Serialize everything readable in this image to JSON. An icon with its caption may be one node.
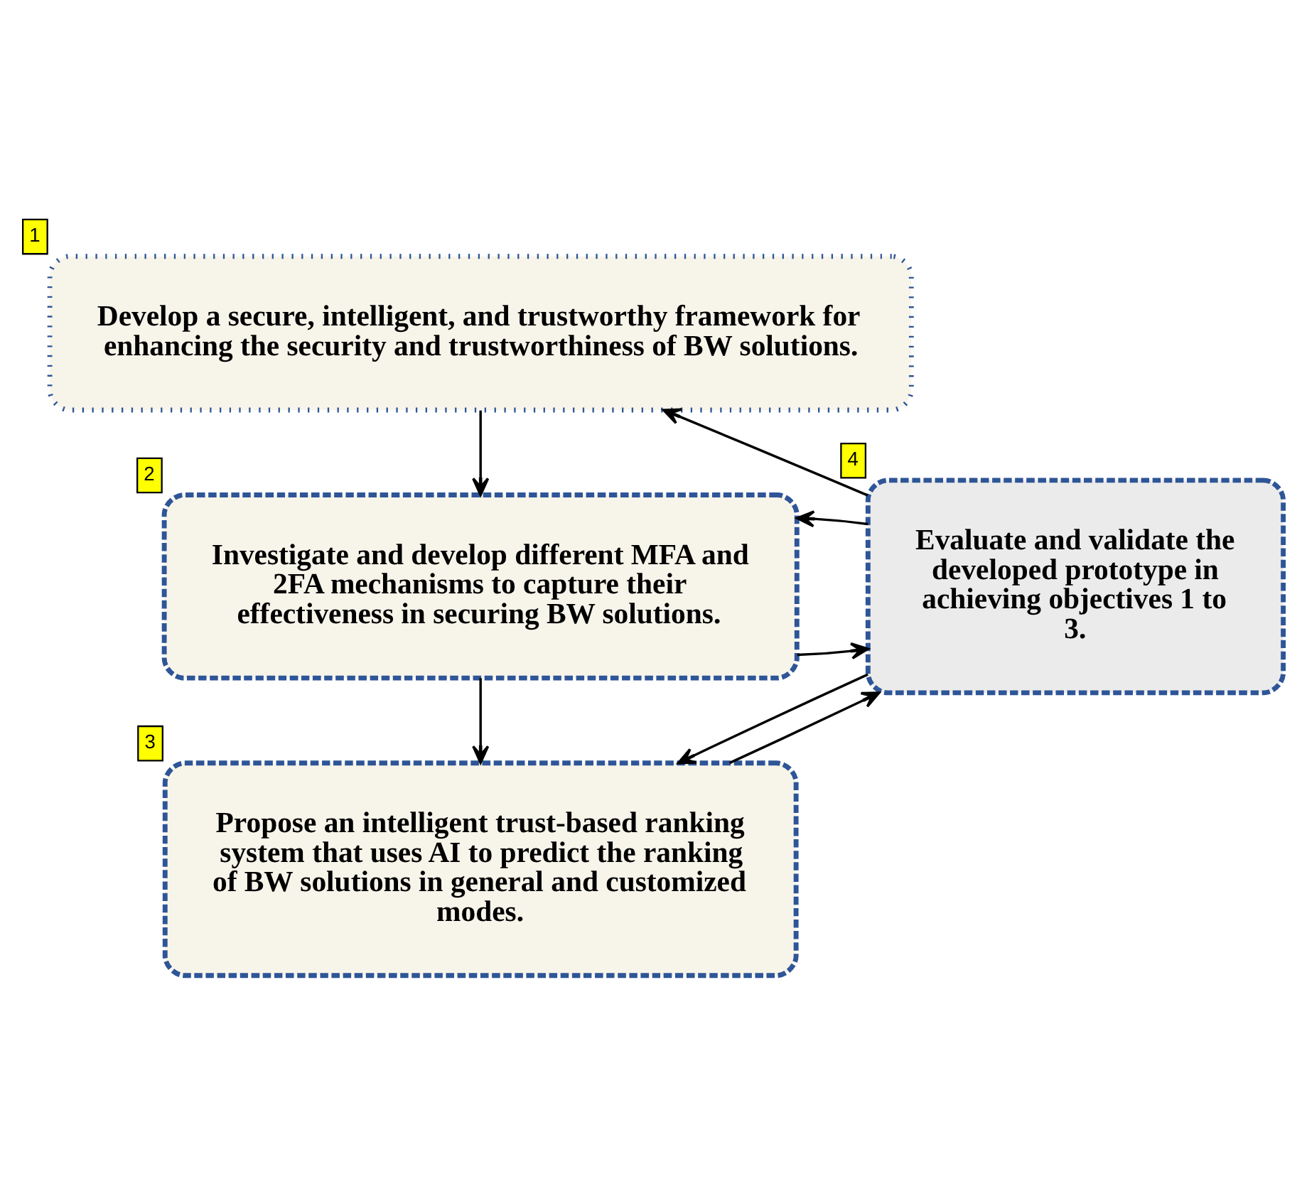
{
  "diagram": {
    "nodes": [
      {
        "text": [
          "Develop a secure, intelligent, and trustworthy framework for enhancing the security and trustworthiness of BW solutions."
        ],
        "beside": [
          "1"
        ]
      },
      {
        "text": [
          "Investigate and develop different MFA and 2FA mechanisms to capture their effectiveness in securing BW solutions."
        ],
        "beside": [
          "2"
        ]
      },
      {
        "text": [
          "Propose an intelligent trust-based ranking system that uses AI to predict the ranking of BW solutions in general and customized modes."
        ],
        "beside": [
          "3"
        ]
      },
      {
        "text": [
          "Evaluate and validate the developed prototype in achieving objectives 1 to 3."
        ],
        "beside": [
          "4"
        ]
      }
    ],
    "edges": [
      {
        "from": 0,
        "to": 1,
        "arrow": "to"
      },
      {
        "from": 1,
        "to": 2,
        "arrow": "to"
      },
      {
        "from": 1,
        "to": 3,
        "arrow": "to"
      },
      {
        "from": 3,
        "to": 1,
        "arrow": "to"
      },
      {
        "from": 2,
        "to": 3,
        "arrow": "to"
      },
      {
        "from": 3,
        "to": 2,
        "arrow": "to"
      },
      {
        "from": 3,
        "to": 0,
        "arrow": "to"
      }
    ]
  }
}
